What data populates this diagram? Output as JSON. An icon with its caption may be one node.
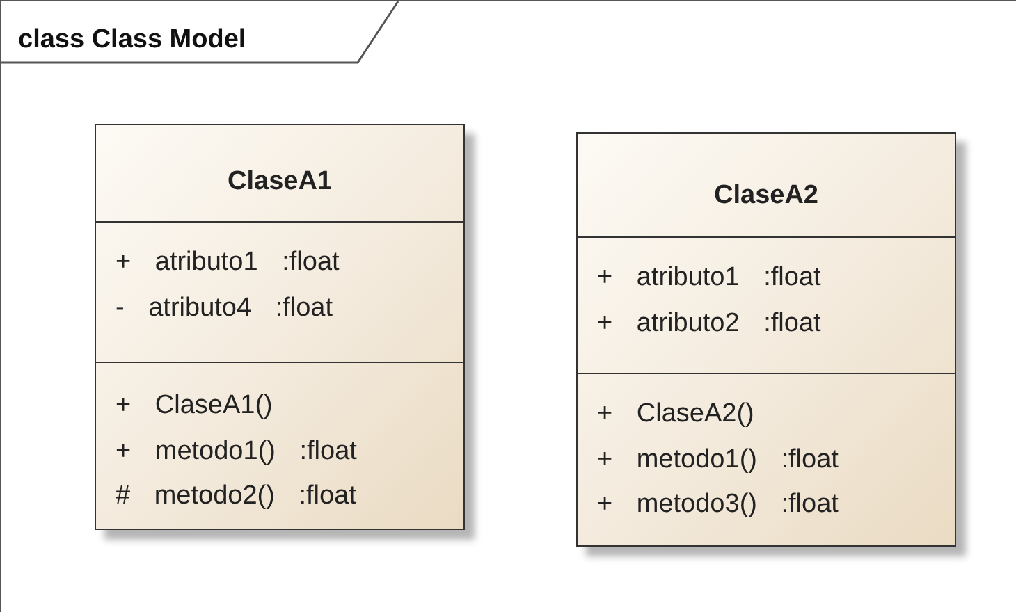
{
  "diagram": {
    "nodes": [
      {
        "text": [
          "class Class Model"
        ]
      },
      {
        "text": [
          "ClaseA1"
        ],
        "in": 0
      },
      {
        "text": [
          "+ atributo1 :float",
          "- atributo4 :float"
        ],
        "in": 1
      },
      {
        "text": [
          "+ ClaseA1()",
          "+ metodo1() :float",
          "# metodo2() :float"
        ],
        "in": 1
      },
      {
        "text": [
          "ClaseA2"
        ],
        "in": 0
      },
      {
        "text": [
          "+ atributo1 :float",
          "+ atributo2 :float"
        ],
        "in": 4
      },
      {
        "text": [
          "+ ClaseA2()",
          "+ metodo1() :float",
          "+ metodo3() :float"
        ],
        "in": 4
      }
    ]
  }
}
